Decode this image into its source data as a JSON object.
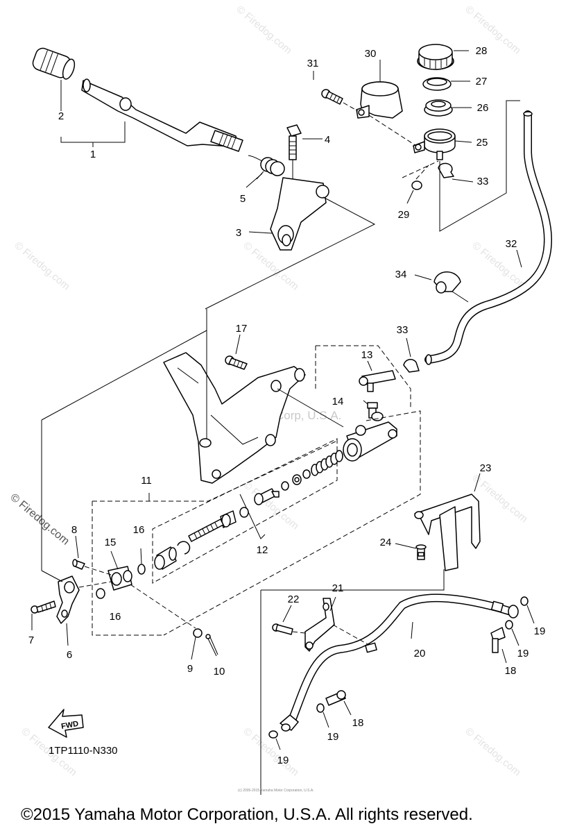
{
  "callouts": {
    "c1": "1",
    "c2": "2",
    "c3": "3",
    "c4": "4",
    "c5": "5",
    "c6": "6",
    "c7": "7",
    "c8": "8",
    "c9": "9",
    "c10": "10",
    "c11": "11",
    "c12": "12",
    "c13": "13",
    "c14": "14",
    "c15": "15",
    "c16a": "16",
    "c16b": "16",
    "c17": "17",
    "c18a": "18",
    "c18b": "18",
    "c19a": "19",
    "c19b": "19",
    "c19c": "19",
    "c19d": "19",
    "c20": "20",
    "c21": "21",
    "c22": "22",
    "c23": "23",
    "c24": "24",
    "c25": "25",
    "c26": "26",
    "c27": "27",
    "c28": "28",
    "c29": "29",
    "c30": "30",
    "c31": "31",
    "c32": "32",
    "c33a": "33",
    "c33b": "33",
    "c34": "34"
  },
  "fwd_label": "FWD",
  "part_code": "1TP1110-N330",
  "watermark_center": "Yamaha Motor Corp, U.S.A.",
  "watermark_site": "© Firedog.com",
  "watermark_tiny": "(c) 2005-2015 Yamaha Motor Corporation, U.S.A.",
  "copyright": "©2015 Yamaha Motor Corporation, U.S.A. All rights reserved.",
  "colors": {
    "line": "#000000",
    "watermark": "#c8c8c8",
    "background": "#ffffff"
  }
}
